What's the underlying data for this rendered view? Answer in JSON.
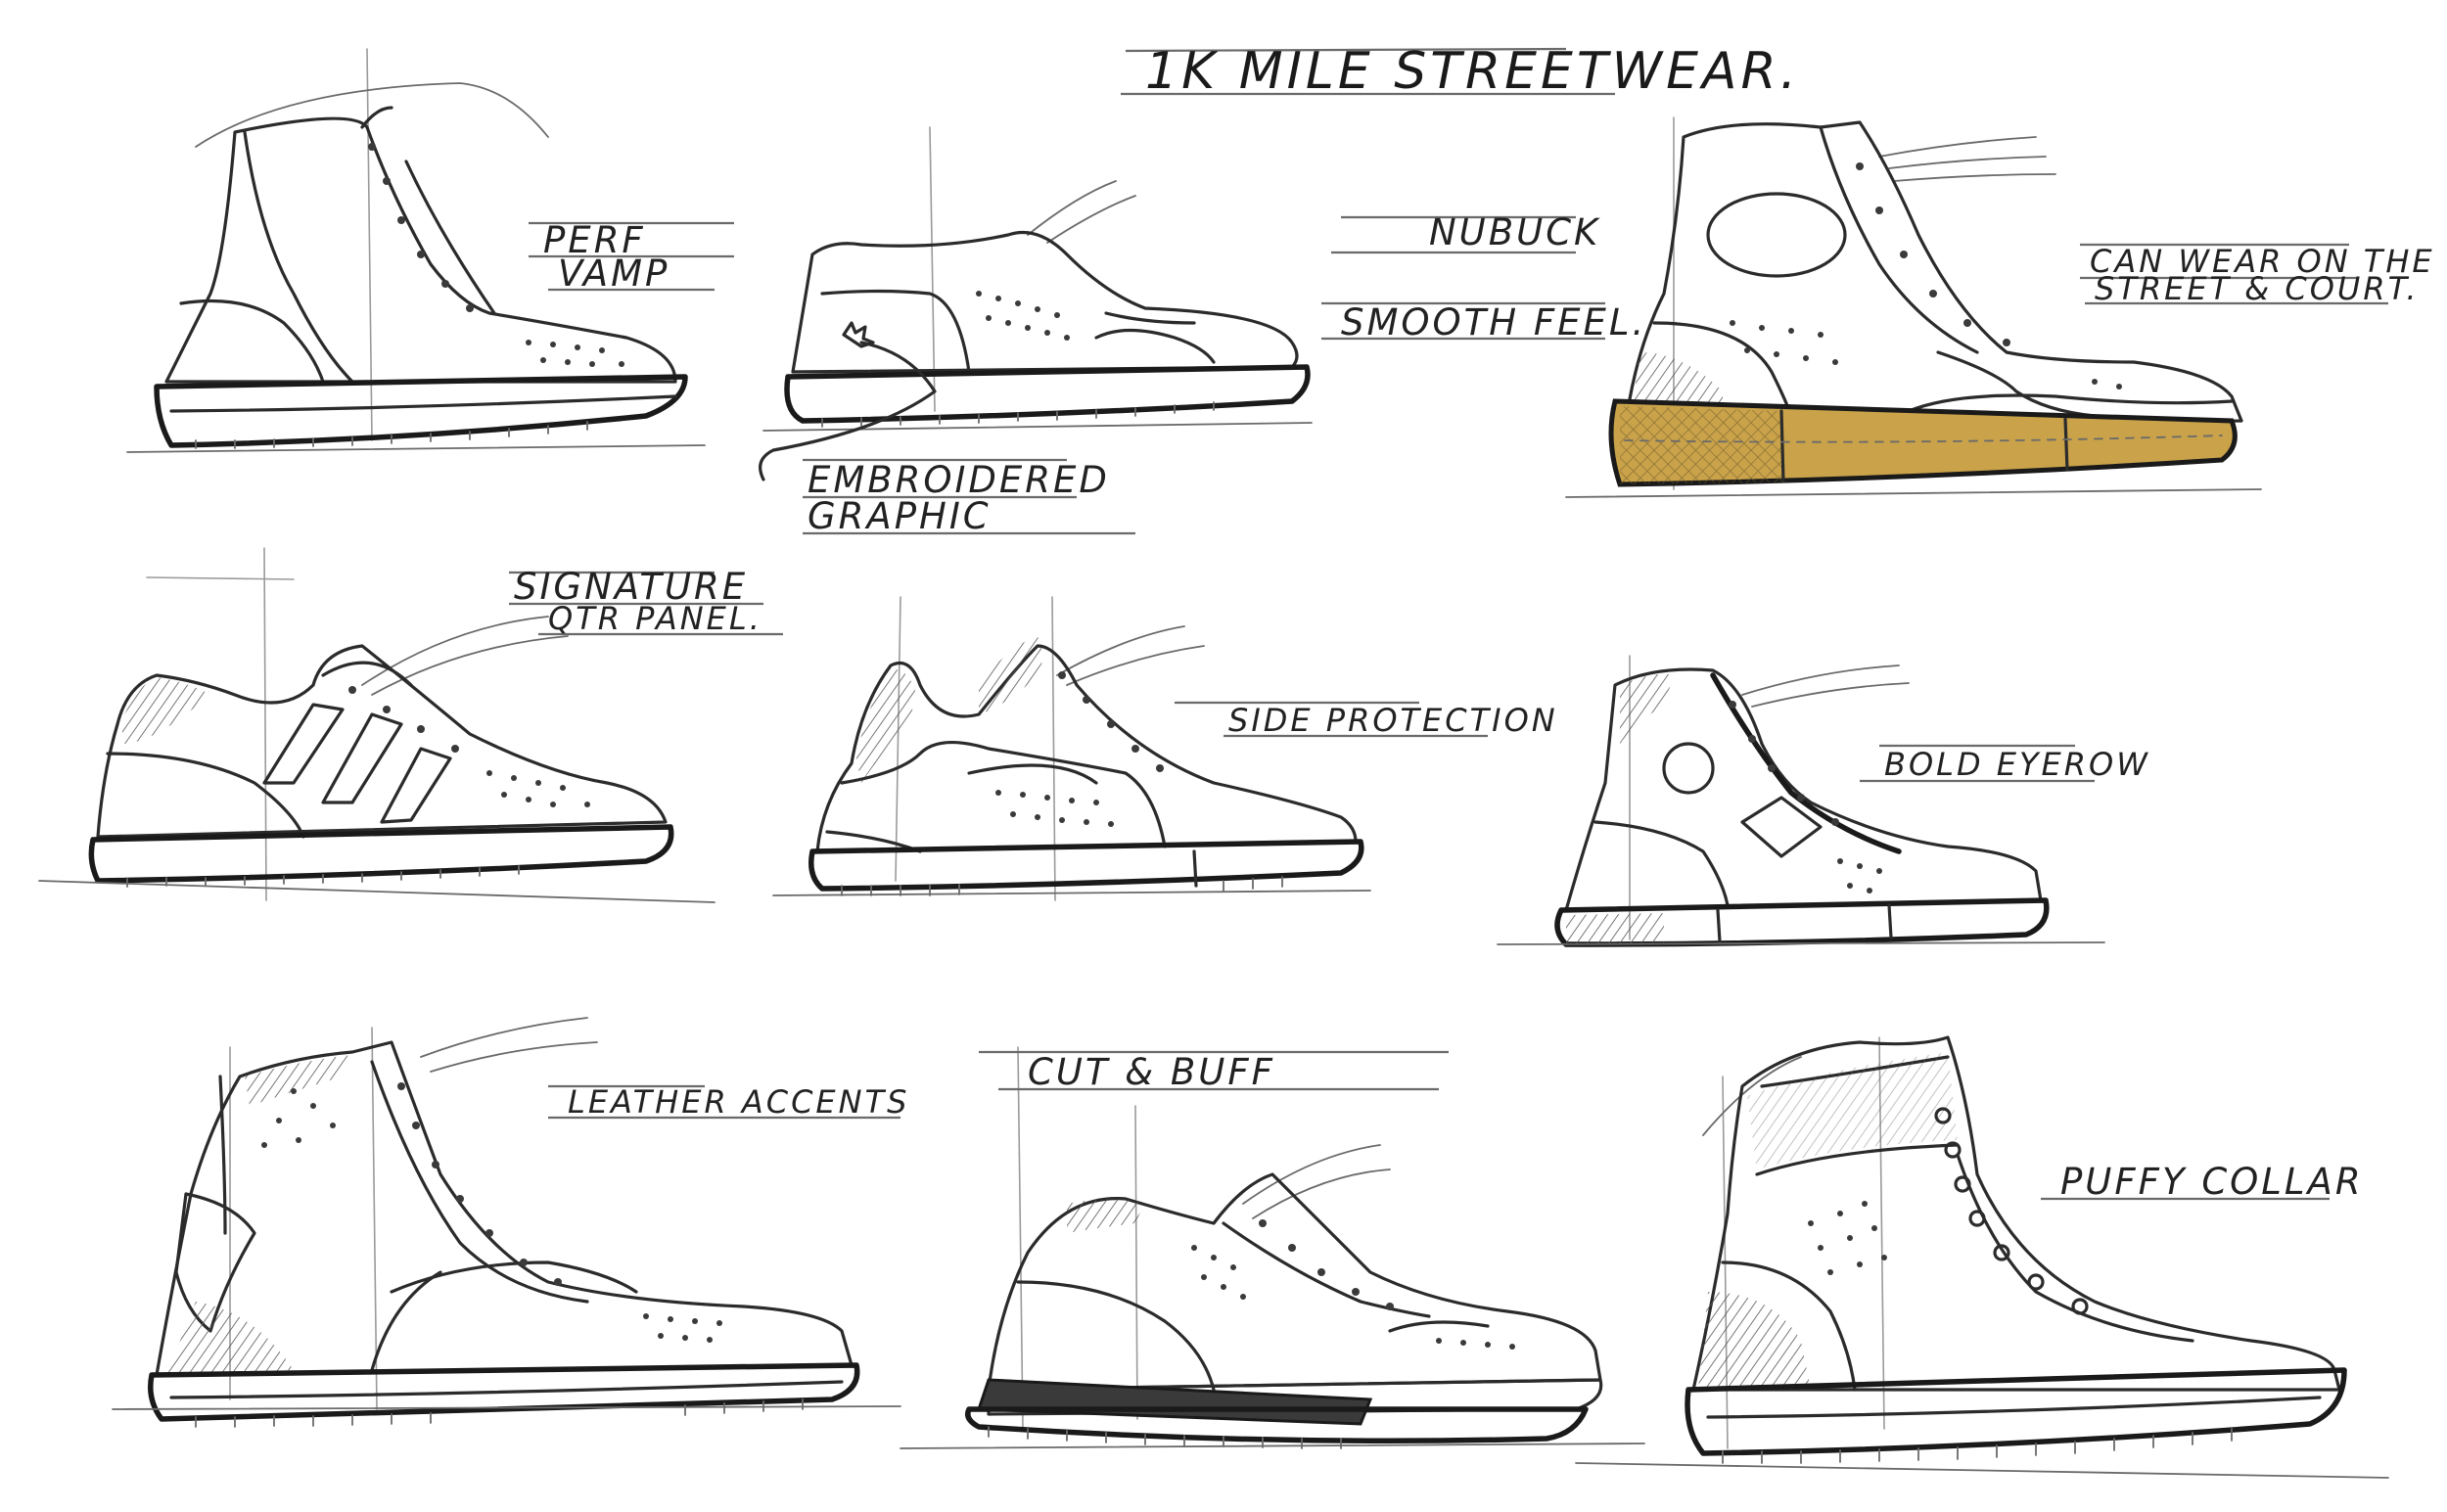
{
  "title": "1K MILE STREETWEAR.",
  "labels": {
    "perf_1": "PERF",
    "perf_2": "VAMP",
    "nubuck": "NUBUCK",
    "smooth": "SMOOTH FEEL.",
    "can_wear_1": "CAN WEAR ON THE",
    "can_wear_2": "STREET & COURT.",
    "embroidered_1": "EMBROIDERED",
    "embroidered_2": "GRAPHIC",
    "signature_1": "SIGNATURE",
    "signature_2": "QTR PANEL.",
    "side_protection": "SIDE PROTECTION",
    "bold_eyerow": "BOLD EYEROW",
    "leather_accents": "LEATHER ACCENTS",
    "cut_buff": "CUT & BUFF",
    "puffy_collar": "PUFFY COLLAR"
  },
  "colors": {
    "ink": "#2b2b2b",
    "sole_tan": "#c9a24a",
    "midsole_dark": "#3a3a3a"
  }
}
